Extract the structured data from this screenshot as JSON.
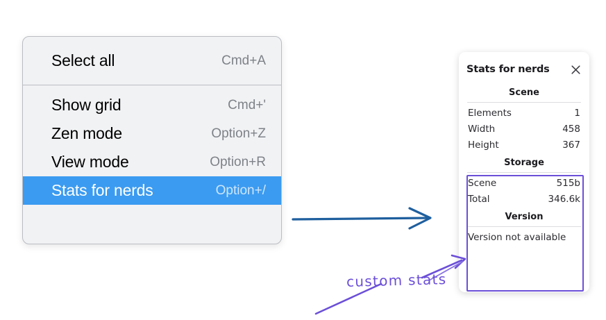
{
  "context_menu": {
    "groups": [
      {
        "items": [
          {
            "label": "Select all",
            "shortcut": "Cmd+A",
            "selected": false
          }
        ]
      },
      {
        "items": [
          {
            "label": "Show grid",
            "shortcut": "Cmd+'",
            "selected": false
          },
          {
            "label": "Zen mode",
            "shortcut": "Option+Z",
            "selected": false
          },
          {
            "label": "View mode",
            "shortcut": "Option+R",
            "selected": false
          },
          {
            "label": "Stats for nerds",
            "shortcut": "Option+/",
            "selected": true
          }
        ]
      }
    ]
  },
  "stats_panel": {
    "title": "Stats for nerds",
    "close_icon": "close-icon",
    "sections": [
      {
        "heading": "Scene",
        "rows": [
          {
            "label": "Elements",
            "value": "1"
          },
          {
            "label": "Width",
            "value": "458"
          },
          {
            "label": "Height",
            "value": "367"
          }
        ]
      },
      {
        "heading": "Storage",
        "rows": [
          {
            "label": "Scene",
            "value": "515b"
          },
          {
            "label": "Total",
            "value": "346.6k"
          }
        ]
      },
      {
        "heading": "Version",
        "message": "Version not available"
      }
    ]
  },
  "annotations": {
    "custom_stats_label": "custom stats",
    "arrow_icon": "arrow-right-icon",
    "highlight_icon": "highlight-box"
  },
  "colors": {
    "menu_background": "#f1f2f4",
    "menu_border": "#b9bcc2",
    "menu_selected": "#3b9bf0",
    "shortcut_text": "#7e8288",
    "annotation_purple": "#6b4fd8",
    "arrow_blue": "#1f5f9e",
    "panel_background": "#ffffff"
  }
}
